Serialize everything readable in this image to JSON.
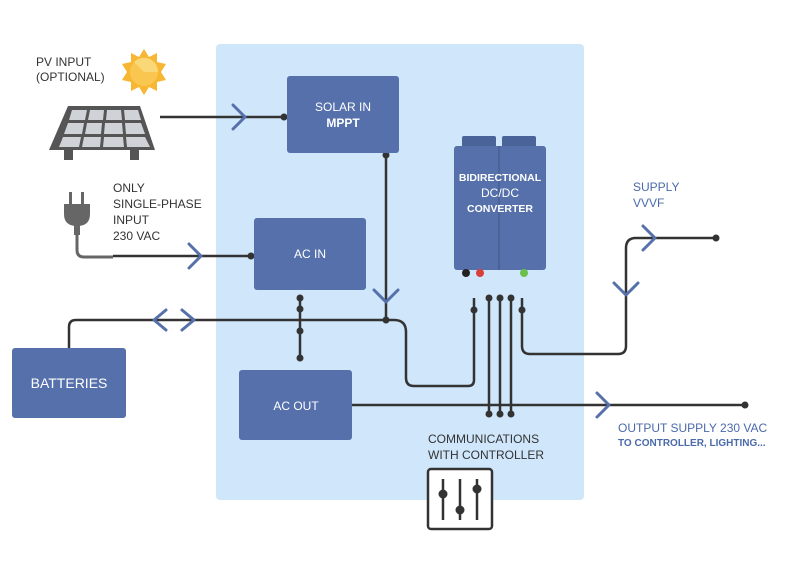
{
  "colors": {
    "panel": "#cfe6fb",
    "box": "#5570ab",
    "box_text": "#ffffff",
    "line": "#333333",
    "arrow": "#5570ab",
    "label_dark": "#333333",
    "label_blue": "#4a6aaa",
    "sun": "#f7b733",
    "plug": "#666666"
  },
  "labels": {
    "pv_input_1": "PV INPUT",
    "pv_input_2": "(OPTIONAL)",
    "grid_1": "ONLY",
    "grid_2": "SINGLE-PHASE",
    "grid_3": "INPUT",
    "grid_4": "230 VAC",
    "supply_1": "SUPPLY",
    "supply_2": "VVVF",
    "output_1": "OUTPUT SUPPLY 230 VAC",
    "output_2": "TO CONTROLLER, LIGHTING...",
    "comms_1": "COMMUNICATIONS",
    "comms_2": "WITH CONTROLLER"
  },
  "boxes": {
    "solar_1": "SOLAR IN",
    "solar_2": "MPPT",
    "ac_in": "AC IN",
    "ac_out": "AC OUT",
    "batteries": "BATTERIES",
    "converter_1": "BIDIRECTIONAL",
    "converter_2": "DC/DC",
    "converter_3": "CONVERTER"
  },
  "icons": [
    "solar-panel-icon",
    "sun-icon",
    "power-plug-icon",
    "controller-sliders-icon"
  ]
}
